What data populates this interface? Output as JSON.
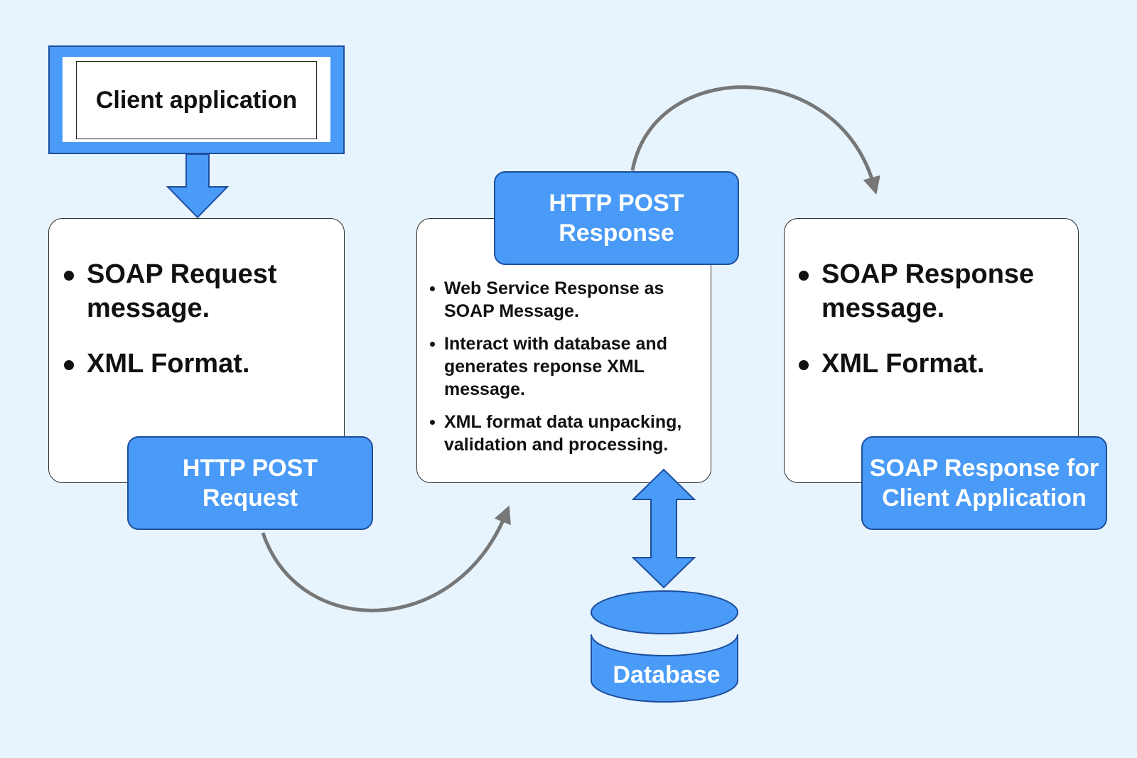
{
  "client": {
    "label": "Client application"
  },
  "request_card": {
    "items": [
      "SOAP Request message.",
      "XML Format."
    ],
    "label": "HTTP POST\nRequest"
  },
  "server_card": {
    "items": [
      "Web Service Response as SOAP Message.",
      "Interact with database and generates  reponse XML message.",
      "XML format data unpacking, validation and processing."
    ],
    "label": "HTTP POST\nResponse"
  },
  "response_card": {
    "items": [
      "SOAP Response message.",
      "XML Format."
    ],
    "label": "SOAP Response for\nClient Application"
  },
  "database": {
    "label": "Database"
  },
  "colors": {
    "background": "#e8f4fd",
    "accent_blue": "#4a9bf7",
    "border_dark_blue": "#1d4f9e",
    "arc_gray": "#777777"
  }
}
